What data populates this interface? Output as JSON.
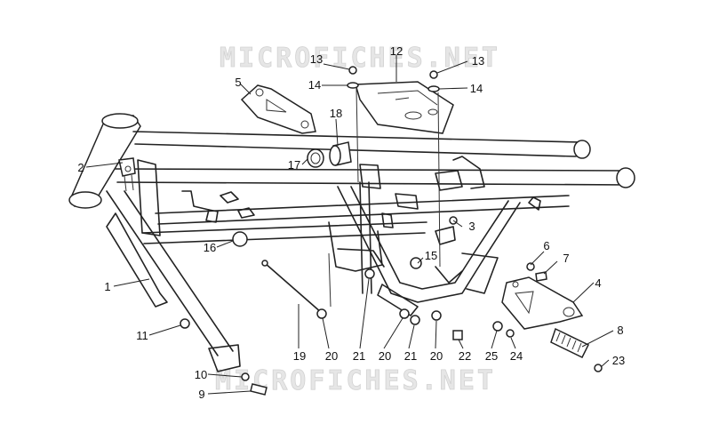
{
  "watermark": "MICROFICHES.NET",
  "labels": [
    "1",
    "2",
    "3",
    "4",
    "5",
    "6",
    "7",
    "8",
    "9",
    "10",
    "11",
    "12",
    "13",
    "13",
    "14",
    "14",
    "15",
    "16",
    "17",
    "18",
    "19",
    "20",
    "20",
    "20",
    "21",
    "21",
    "22",
    "23",
    "24",
    "25"
  ],
  "colors": {
    "line": "#222222",
    "watermark": "#e2e2e2",
    "background": "#ffffff"
  }
}
